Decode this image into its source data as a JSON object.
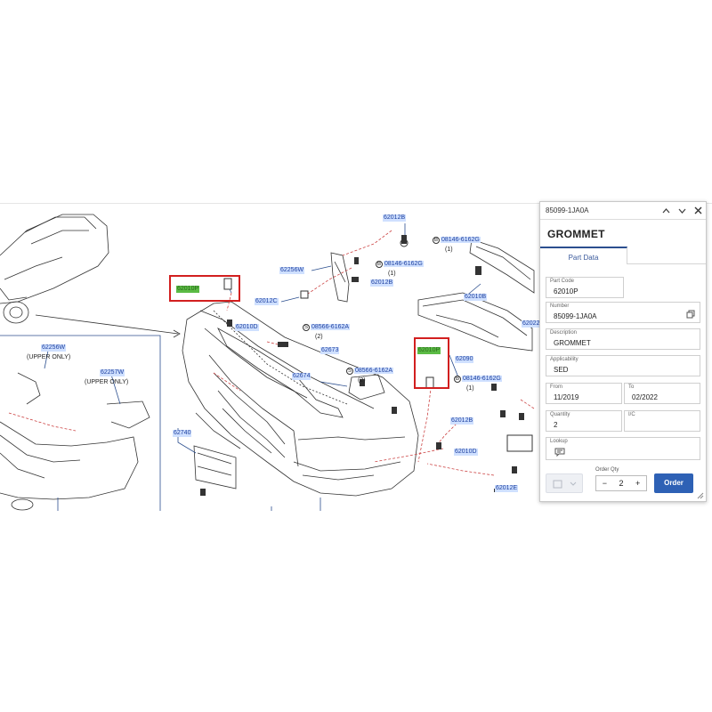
{
  "diagram": {
    "callouts": [
      {
        "id": "c1",
        "text": "62012B"
      },
      {
        "id": "c2",
        "text": "08146-6162G"
      },
      {
        "id": "c3",
        "text": "08146-6162G"
      },
      {
        "id": "c4",
        "text": "62256W"
      },
      {
        "id": "c5",
        "text": "62012B"
      },
      {
        "id": "c6",
        "text": "62012C"
      },
      {
        "id": "c7",
        "text": "62010B"
      },
      {
        "id": "c8",
        "text": "62010D"
      },
      {
        "id": "c9",
        "text": "08566-6162A"
      },
      {
        "id": "c10",
        "text": "62673"
      },
      {
        "id": "c11",
        "text": "08566-6162A"
      },
      {
        "id": "c12",
        "text": "62674"
      },
      {
        "id": "c13",
        "text": "62090"
      },
      {
        "id": "c14",
        "text": "08146-6162G"
      },
      {
        "id": "c15",
        "text": "62012B"
      },
      {
        "id": "c16",
        "text": "62010D"
      },
      {
        "id": "c17",
        "text": "62012E"
      },
      {
        "id": "c18",
        "text": "62740"
      },
      {
        "id": "c19",
        "text": "62256W"
      },
      {
        "id": "c20",
        "text": "62257W"
      },
      {
        "id": "c21",
        "text": "62010P"
      },
      {
        "id": "c22",
        "text": "62010P"
      },
      {
        "id": "c23",
        "text": "62022"
      }
    ],
    "notes": {
      "upper_only_1": "(UPPER ONLY)",
      "upper_only_2": "(UPPER ONLY)",
      "qty_1": "(1)",
      "qty_2": "(1)",
      "qty_3": "(2)",
      "qty_4": "(2)",
      "qty_5": "(1)",
      "badge_b": "B",
      "badge_s": "S"
    }
  },
  "panel": {
    "part_number_header": "85099-1JA0A",
    "title": "GROMMET",
    "tab_label": "Part Data",
    "fields": {
      "part_code": {
        "label": "Part Code",
        "value": "62010P"
      },
      "number": {
        "label": "Number",
        "value": "85099-1JA0A"
      },
      "description": {
        "label": "Description",
        "value": "GROMMET"
      },
      "applicability": {
        "label": "Applicability",
        "value": "SED"
      },
      "from": {
        "label": "From",
        "value": "11/2019"
      },
      "to": {
        "label": "To",
        "value": "02/2022"
      },
      "quantity": {
        "label": "Quantity",
        "value": "2"
      },
      "ic": {
        "label": "I/C",
        "value": ""
      },
      "lookup": {
        "label": "Lookup",
        "value": ""
      }
    },
    "order_qty_label": "Order Qty",
    "order_qty_value": "2",
    "minus": "−",
    "plus": "+",
    "order_button": "Order"
  },
  "colors": {
    "accent": "#2e61b5",
    "highlight_box": "#d21f1f",
    "callout_bg": "#cfe0ff",
    "callout_hl": "#5bbb45"
  }
}
